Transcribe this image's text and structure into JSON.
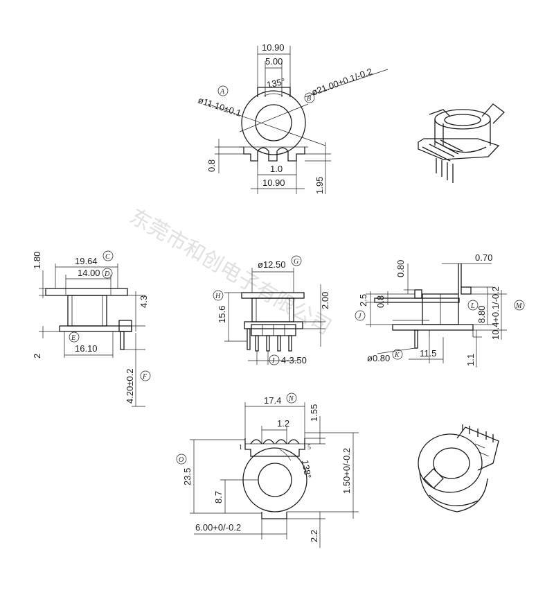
{
  "watermark": "东莞市和创电子有限公司",
  "top_view": {
    "d_10_90_top": "10.90",
    "d_5_00": "5.00",
    "d_135": "135°",
    "d_inner": "ø11.10±0.1",
    "d_outer": "ø21.00+0.1/-0.2",
    "d_0_8": "0.8",
    "d_1_0": "1.0",
    "d_10_90_bottom": "10.90",
    "d_1_95": "1.95",
    "tag_a": "A",
    "tag_b": "B"
  },
  "left_view": {
    "d_19_64": "19.64",
    "d_14_00": "14.00",
    "d_1_80": "1.80",
    "d_4_3": "4.3",
    "d_2": "2",
    "d_16_10": "16.10",
    "d_4_20": "4.20±0.2",
    "tag_c": "C",
    "tag_d": "D",
    "tag_e": "E",
    "tag_f": "F"
  },
  "front_view": {
    "d_12_50": "ø12.50",
    "d_15_6": "15.6",
    "d_2_00": "2.00",
    "d_pitch": "4-3.50",
    "tag_g": "G",
    "tag_h": "H",
    "tag_i": "I"
  },
  "right_view": {
    "d_0_80": "0.80",
    "d_0_70": "0.70",
    "d_2_5": "2.5",
    "d_0_8": "0.8",
    "d_8_80": "8.80",
    "d_10_4": "10.4+0.1/-0.2",
    "d_pin_dia": "ø0.80",
    "d_11_5": "11.5",
    "d_1_1": "1.1",
    "tag_j": "J",
    "tag_k": "K",
    "tag_l": "L",
    "tag_m": "M"
  },
  "bottom_view": {
    "d_17_4": "17.4",
    "d_1_55": "1.55",
    "d_1_2": "1.2",
    "pin_1": "1",
    "pin_5": "5",
    "d_138": "138°",
    "d_23_5": "23.5",
    "d_8_7": "8.7",
    "d_1_50": "1.50+0/-0.2",
    "d_6_00": "6.00+0/-0.2",
    "d_2_2": "2.2",
    "tag_n": "N",
    "tag_o": "O"
  }
}
